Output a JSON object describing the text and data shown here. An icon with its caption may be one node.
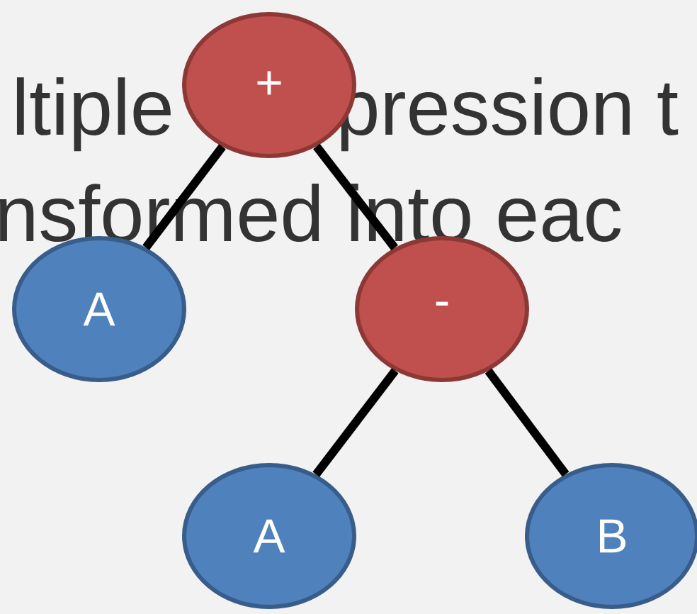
{
  "diagram": {
    "nodes": [
      {
        "text": [
          "+"
        ]
      },
      {
        "text": [
          "A"
        ]
      },
      {
        "text": [
          "-"
        ]
      },
      {
        "text": [
          "A"
        ]
      },
      {
        "text": [
          "B"
        ]
      }
    ],
    "edges": [
      {
        "from": 0,
        "to": 1,
        "arrow": "none"
      },
      {
        "from": 0,
        "to": 2,
        "arrow": "none"
      },
      {
        "from": 2,
        "to": 3,
        "arrow": "none"
      },
      {
        "from": 2,
        "to": 4,
        "arrow": "none"
      }
    ],
    "labels": [
      "ltiple",
      "pression t",
      "nsformed into eac"
    ]
  }
}
